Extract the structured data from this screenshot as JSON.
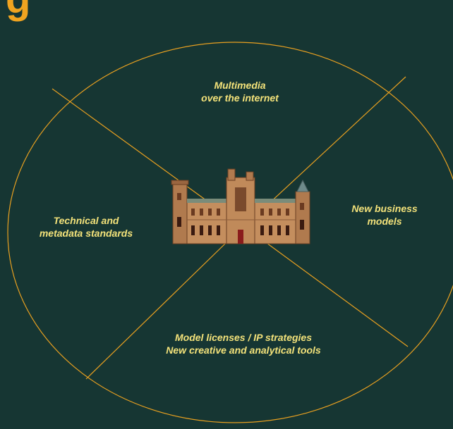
{
  "title_fragment": "g",
  "colors": {
    "background": "#163633",
    "ring": "#e8a020",
    "label": "#f3e27a",
    "title": "#f0a420"
  },
  "central_icon": "castle-building-icon",
  "quadrants": {
    "top": {
      "lines": [
        "Multimedia",
        "over the internet"
      ]
    },
    "right": {
      "lines": [
        "New business",
        "models"
      ]
    },
    "bottom": {
      "lines": [
        "Model licenses / IP strategies",
        "New creative and analytical tools"
      ]
    },
    "left": {
      "lines": [
        "Technical and",
        "metadata standards"
      ]
    }
  }
}
